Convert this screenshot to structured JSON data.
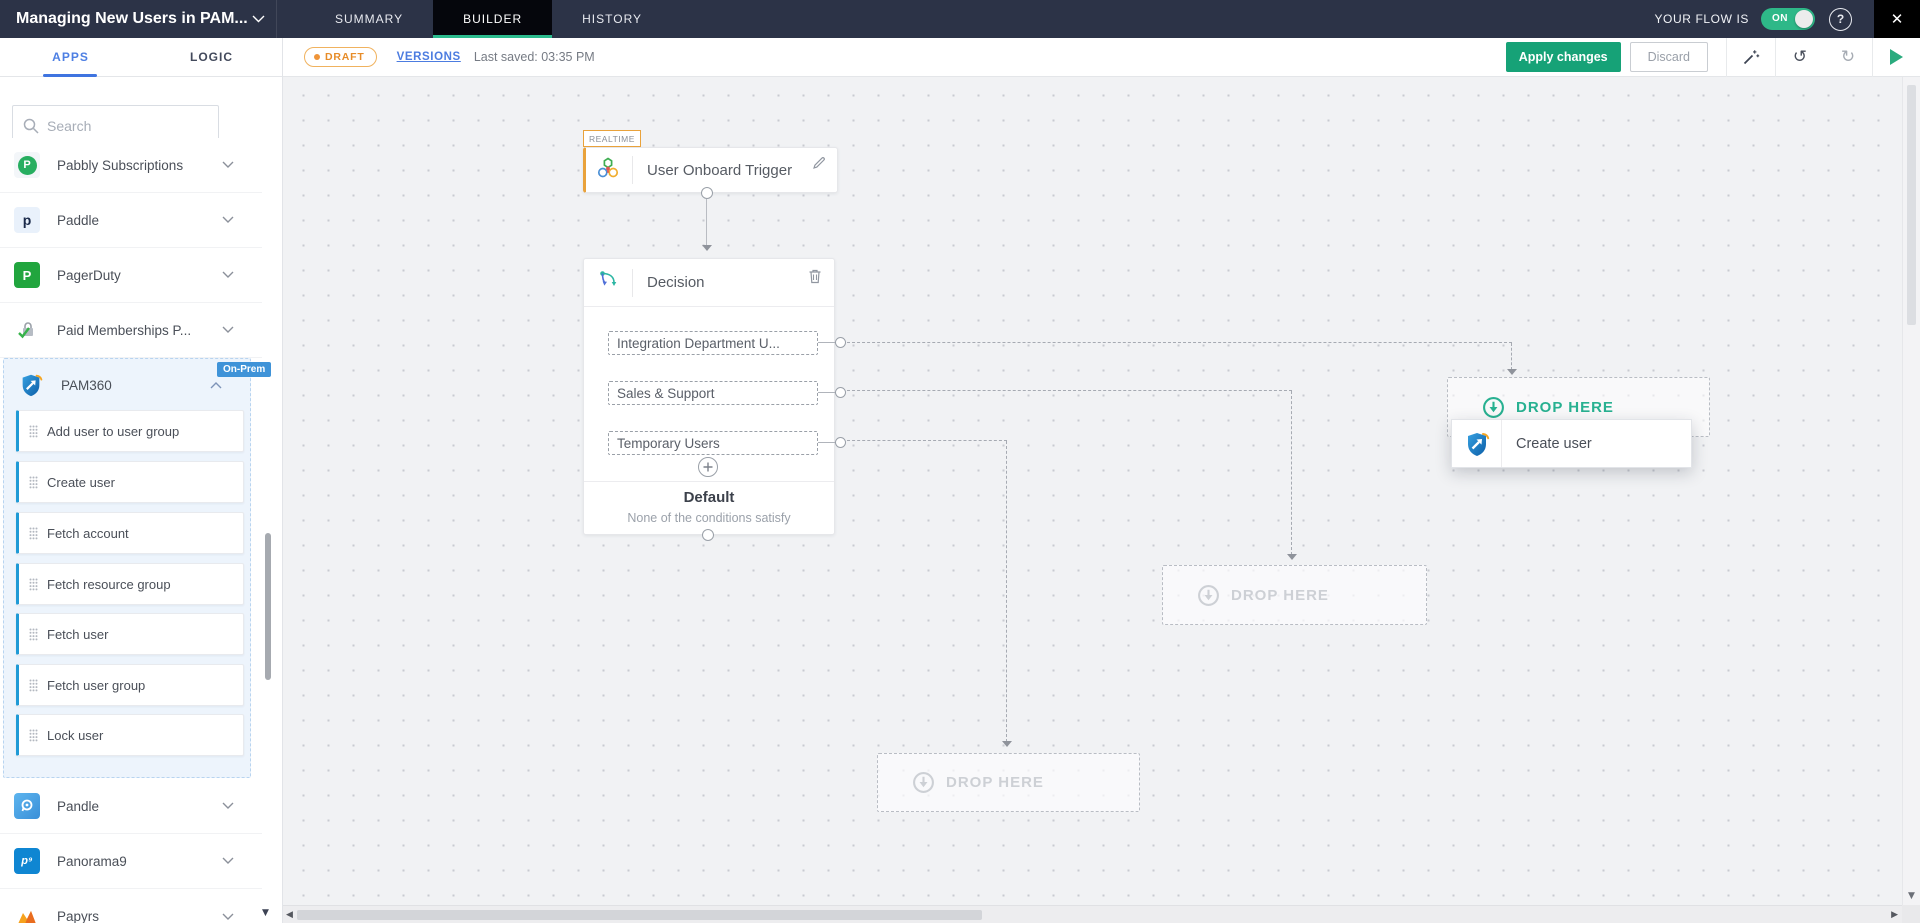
{
  "topbar": {
    "title": "Managing New Users in PAM...",
    "tabs": [
      {
        "label": "SUMMARY"
      },
      {
        "label": "BUILDER"
      },
      {
        "label": "HISTORY"
      }
    ],
    "active_tab": "BUILDER",
    "flow_status_label": "YOUR FLOW IS",
    "flow_toggle": "ON"
  },
  "toolbar": {
    "draft_badge": "DRAFT",
    "versions_link": "VERSIONS",
    "last_saved": "Last saved: 03:35 PM",
    "apply_button": "Apply changes",
    "discard_button": "Discard"
  },
  "sidebar": {
    "tabs": [
      {
        "label": "APPS"
      },
      {
        "label": "LOGIC"
      }
    ],
    "active_tab": "APPS",
    "search_placeholder": "Search",
    "apps": [
      {
        "name": "Pabbly Subscriptions"
      },
      {
        "name": "Paddle"
      },
      {
        "name": "PagerDuty"
      },
      {
        "name": "Paid Memberships P..."
      },
      {
        "name": "PAM360",
        "badge": "On-Prem",
        "actions": [
          "Add user to user group",
          "Create user",
          "Fetch account",
          "Fetch resource group",
          "Fetch user",
          "Fetch user group",
          "Lock user"
        ]
      },
      {
        "name": "Pandle"
      },
      {
        "name": "Panorama9"
      },
      {
        "name": "Papyrs"
      }
    ]
  },
  "canvas": {
    "trigger": {
      "tag": "REALTIME",
      "label": "User Onboard Trigger"
    },
    "decision": {
      "title": "Decision",
      "branches": [
        "Integration Department U...",
        "Sales & Support",
        "Temporary Users"
      ],
      "default_title": "Default",
      "default_subtitle": "None of the conditions satisfy"
    },
    "drop_label": "DROP HERE",
    "drag_card": {
      "label": "Create user"
    }
  },
  "colors": {
    "topbar_bg": "#2c3347",
    "active_tab_bg": "#05060c",
    "accent_teal_underline": "#2cbb8e",
    "apply_green": "#16a277",
    "accent_blue": "#4d7fe3",
    "trigger_orange": "#e9a23b",
    "onprem_badge_blue": "#3f93d8",
    "drop_green": "#28b191",
    "canvas_bg": "#f1f2f4"
  },
  "icons": [
    "chevron-down",
    "chevron-up",
    "search",
    "drag-handle",
    "webhook-trigger",
    "edit-pencil",
    "decision-branch",
    "trash",
    "plus-circle",
    "drop-arrow-circle",
    "magic-wand",
    "undo",
    "redo",
    "play",
    "help",
    "close",
    "toggle-on",
    "pam360-logo"
  ]
}
